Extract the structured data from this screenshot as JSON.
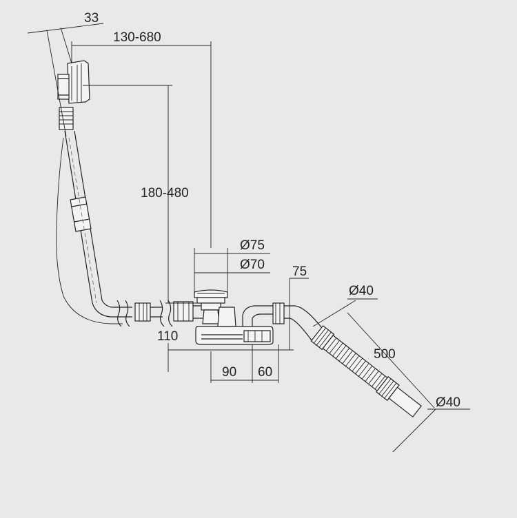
{
  "diagram": {
    "background": "#e9e9e9",
    "line_color": "#222222",
    "dimensions": {
      "d33": "33",
      "d130_680": "130-680",
      "d180_480": "180-480",
      "d_dia75": "Ø75",
      "d_dia70": "Ø70",
      "d75": "75",
      "d_dia40_top": "Ø40",
      "d500": "500",
      "d_dia40_bottom": "Ø40",
      "d110": "110",
      "d90": "90",
      "d60": "60"
    }
  }
}
